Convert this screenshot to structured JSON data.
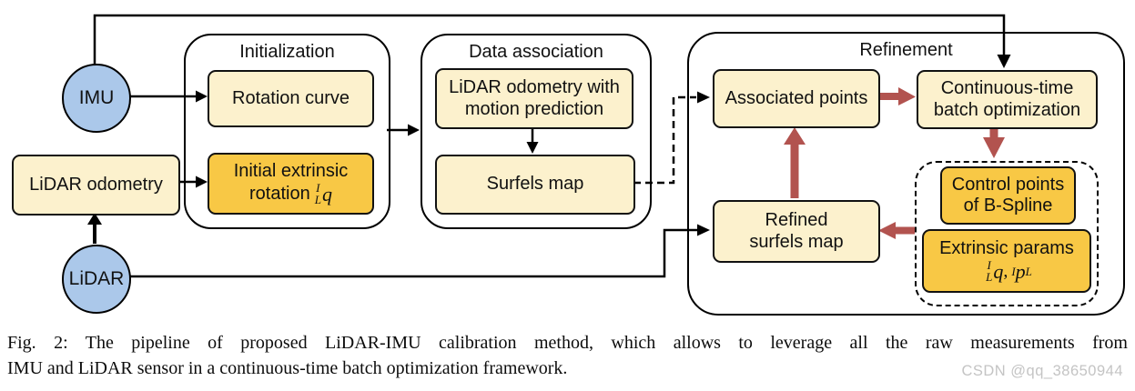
{
  "colors": {
    "node_yellow": "#fcf1cd",
    "node_orange": "#f8c845",
    "node_blue": "#abc8ea",
    "arrow_red": "#b2534f",
    "line_black": "#000000",
    "watermark_gray": "#c4c4c4"
  },
  "diagram": {
    "sources": {
      "imu": "IMU",
      "lidar": "LiDAR",
      "lidar_odometry": "LiDAR odometry"
    },
    "initialization": {
      "title": "Initialization",
      "rotation_curve": "Rotation curve",
      "initial_extrinsic": {
        "line1": "Initial extrinsic",
        "line2_prefix": "rotation",
        "math": {
          "presup": "I",
          "presub": "L",
          "var": "q"
        }
      }
    },
    "data_association": {
      "title": "Data association",
      "lidar_odometry_motion": {
        "line1": "LiDAR odometry with",
        "line2": "motion prediction"
      },
      "surfels_map": "Surfels map"
    },
    "refinement": {
      "title": "Refinement",
      "associated_points": "Associated points",
      "batch_optimization": {
        "line1": "Continuous-time",
        "line2": "batch optimization"
      },
      "control_points": {
        "line1": "Control points",
        "line2": "of B-Spline"
      },
      "extrinsic_params": {
        "line1": "Extrinsic params",
        "math": {
          "presup1": "I",
          "presub1": "L",
          "var1": "q",
          "comma": ",",
          "presup2": "I",
          "var2": "p",
          "sub2": "L"
        }
      },
      "refined_surfels": {
        "line1": "Refined",
        "line2": "surfels map"
      }
    }
  },
  "caption": {
    "line1": "Fig. 2: The pipeline of proposed LiDAR-IMU calibration method, which allows to leverage all the raw measurements from",
    "line2": "IMU and LiDAR sensor in a continuous-time batch optimization framework."
  },
  "watermark": "CSDN @qq_38650944"
}
